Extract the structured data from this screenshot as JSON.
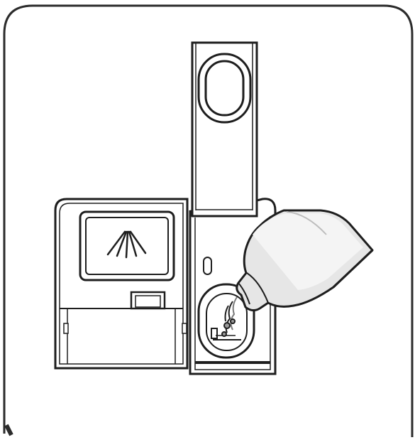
{
  "illustration": {
    "frame": {
      "stroke": "#2b2b2b",
      "fill": "#ffffff"
    },
    "ink": "#1e1e1e",
    "bottle_fill": "#e6e6e6",
    "bottle_highlight": "#f4f4f4",
    "liquid": "#9a9a9a",
    "components": [
      "dispenser-lid",
      "detergent-window",
      "spray-glyph-icon",
      "lid-latch",
      "lower-spray-arm",
      "arm-oval-slot",
      "rinse-aid-opening",
      "rinse-aid-bottle",
      "pour-drops"
    ]
  }
}
